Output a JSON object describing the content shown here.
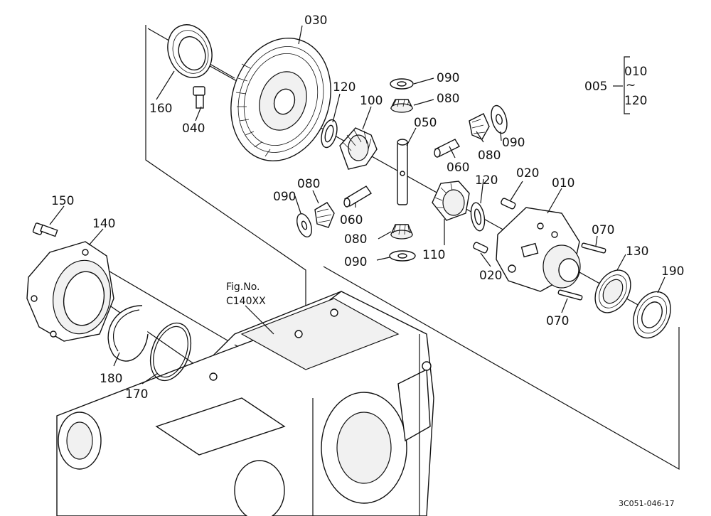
{
  "callouts": {
    "c030": "030",
    "c160": "160",
    "c040": "040",
    "c120a": "120",
    "c100": "100",
    "c090a": "090",
    "c080a": "080",
    "c050": "050",
    "c080b": "080",
    "c090b": "090",
    "c060a": "060",
    "c120b": "120",
    "c020a": "020",
    "c010": "010",
    "c090c": "090",
    "c080c": "080",
    "c060b": "060",
    "c080d": "080",
    "c110": "110",
    "c090d": "090",
    "c070a": "070",
    "c130": "130",
    "c190": "190",
    "c020b": "020",
    "c070b": "070",
    "c150": "150",
    "c140": "140",
    "c180": "180",
    "c170": "170"
  },
  "assembly_set": {
    "number": "005",
    "range_start": "010",
    "tilde": "~",
    "range_end": "120"
  },
  "fig_ref": {
    "line1": "Fig.No.",
    "line2": "C140XX"
  },
  "drawing_code": "3C051-046-17"
}
